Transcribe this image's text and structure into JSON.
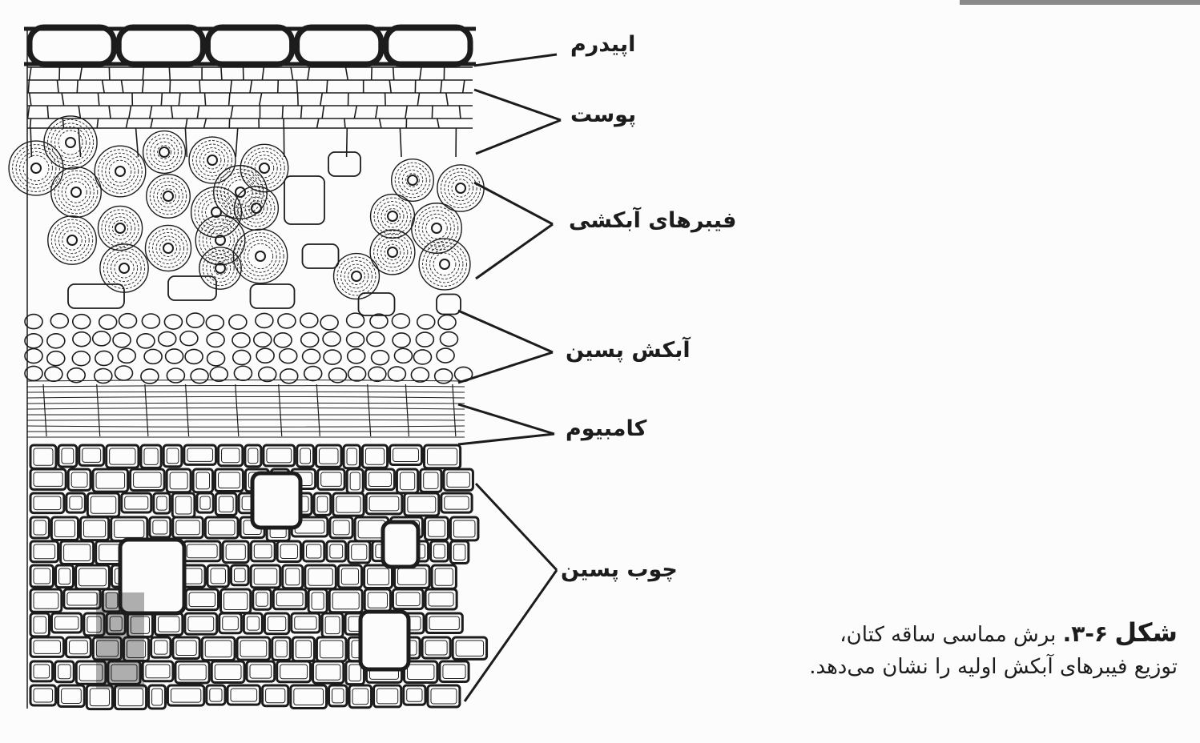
{
  "labels": {
    "epidermis": "اپیدرم",
    "cortex": "پوست",
    "phloem_fibers": "فیبرهای آبکشی",
    "secondary_phloem": "آبکش پسین",
    "cambium": "کامبیوم",
    "secondary_xylem": "چوب پسین"
  },
  "caption": {
    "figure_word": "شکل",
    "figure_number": "۶-۳.",
    "line1_text": "برش مماسی ساقه کتان،",
    "line2_text": "توزیع فیبرهای آبکش اولیه را نشان می‌دهد."
  },
  "colors": {
    "ink": "#1c1c1c",
    "paper": "#fbfcfb"
  }
}
